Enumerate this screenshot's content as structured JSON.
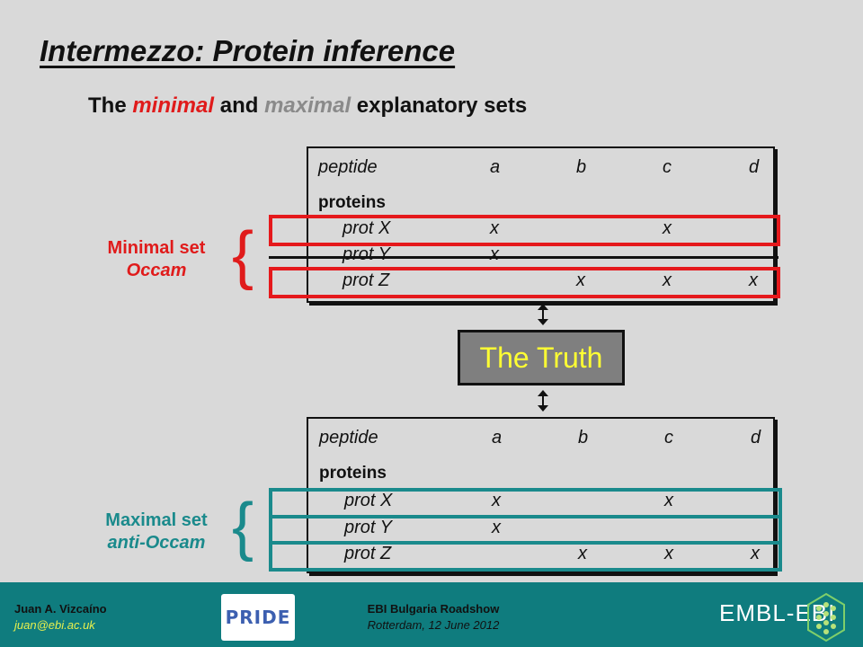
{
  "title": "Intermezzo: Protein inference",
  "subtitle": {
    "prefix": "The ",
    "minimal": "minimal",
    "middle": " and ",
    "maximal": "maximal",
    "suffix": " explanatory sets"
  },
  "table": {
    "peptide_label": "peptide",
    "columns": [
      "a",
      "b",
      "c",
      "d"
    ],
    "proteins_label": "proteins",
    "rows": [
      {
        "name": "prot X",
        "marks": [
          "x",
          "",
          "x",
          ""
        ]
      },
      {
        "name": "prot Y",
        "marks": [
          "x",
          "",
          "",
          ""
        ]
      },
      {
        "name": "prot Z",
        "marks": [
          "",
          "x",
          "x",
          "x"
        ]
      }
    ]
  },
  "minimal_set": {
    "line1": "Minimal set",
    "line2": "Occam",
    "brace": "{",
    "color": "#e01b1b"
  },
  "maximal_set": {
    "line1": "Maximal set",
    "line2": "anti-Occam",
    "brace": "{",
    "color": "#1a8a8c"
  },
  "truth_label": "The Truth",
  "footer": {
    "name": "Juan A. Vizcaíno",
    "email": "juan@ebi.ac.uk",
    "event": "EBI Bulgaria Roadshow",
    "place": "Rotterdam, 12 June 2012",
    "pride_logo_text": "PRIDE",
    "embl_text": "EMBL-EBI"
  }
}
